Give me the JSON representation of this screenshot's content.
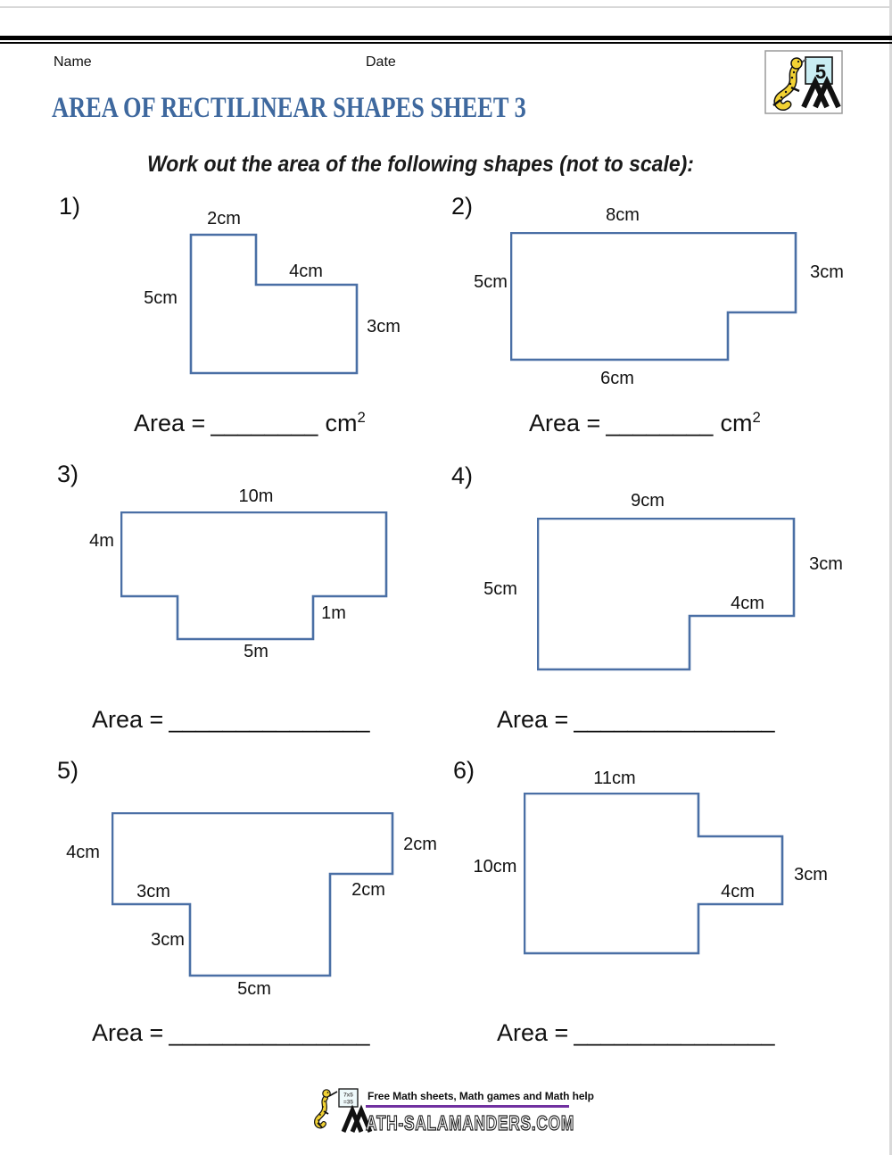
{
  "page": {
    "background": "#ffffff"
  },
  "header": {
    "name_label": "Name",
    "date_label": "Date",
    "title": "AREA OF RECTILINEAR SHAPES SHEET 3",
    "instruction": "Work out the area of the following shapes (not to scale):",
    "logo": {
      "grade_number": "5"
    },
    "colors": {
      "title": "#3e689e",
      "divider": "#000000"
    }
  },
  "worksheet": {
    "shape_outline_color": "#4a6fa5",
    "problems": [
      {
        "number": "1)",
        "labels": [
          {
            "text": "2cm",
            "side": "top"
          },
          {
            "text": "4cm",
            "side": "inner-top"
          },
          {
            "text": "5cm",
            "side": "left"
          },
          {
            "text": "3cm",
            "side": "right"
          }
        ],
        "area": {
          "prefix": "Area =",
          "blank": "________",
          "unit": "cm",
          "sup": "2"
        }
      },
      {
        "number": "2)",
        "labels": [
          {
            "text": "8cm",
            "side": "top"
          },
          {
            "text": "3cm",
            "side": "right"
          },
          {
            "text": "5cm",
            "side": "left"
          },
          {
            "text": "6cm",
            "side": "bottom"
          }
        ],
        "area": {
          "prefix": "Area =",
          "blank": "________",
          "unit": "cm",
          "sup": "2"
        }
      },
      {
        "number": "3)",
        "labels": [
          {
            "text": "10m",
            "side": "top"
          },
          {
            "text": "4m",
            "side": "left"
          },
          {
            "text": "1m",
            "side": "inner-right"
          },
          {
            "text": "5m",
            "side": "bottom"
          }
        ],
        "area": {
          "prefix": "Area =",
          "blank": "_______________"
        }
      },
      {
        "number": "4)",
        "labels": [
          {
            "text": "9cm",
            "side": "top"
          },
          {
            "text": "3cm",
            "side": "right"
          },
          {
            "text": "5cm",
            "side": "left"
          },
          {
            "text": "4cm",
            "side": "inner-bottom"
          }
        ],
        "area": {
          "prefix": "Area =",
          "blank": "_______________"
        }
      },
      {
        "number": "5)",
        "labels": [
          {
            "text": "4cm",
            "side": "left"
          },
          {
            "text": "2cm",
            "side": "right"
          },
          {
            "text": "3cm",
            "side": "inner-left-top"
          },
          {
            "text": "2cm",
            "side": "inner-right"
          },
          {
            "text": "3cm",
            "side": "inner-left-bottom"
          },
          {
            "text": "5cm",
            "side": "bottom"
          }
        ],
        "area": {
          "prefix": "Area =",
          "blank": "_______________"
        }
      },
      {
        "number": "6)",
        "labels": [
          {
            "text": "11cm",
            "side": "top"
          },
          {
            "text": "10cm",
            "side": "left"
          },
          {
            "text": "3cm",
            "side": "right"
          },
          {
            "text": "4cm",
            "side": "inner-bottom"
          }
        ],
        "area": {
          "prefix": "Area =",
          "blank": "_______________"
        }
      }
    ]
  },
  "footer": {
    "tagline": "Free Math sheets, Math games and Math help",
    "wordmark_rest": "ATH-SALAMANDERS.COM",
    "board_line1": "7x5",
    "board_line2": "=35",
    "colors": {
      "underline": "#7030a0",
      "salamander": "#f2d233",
      "board": "#c9edf3"
    }
  }
}
